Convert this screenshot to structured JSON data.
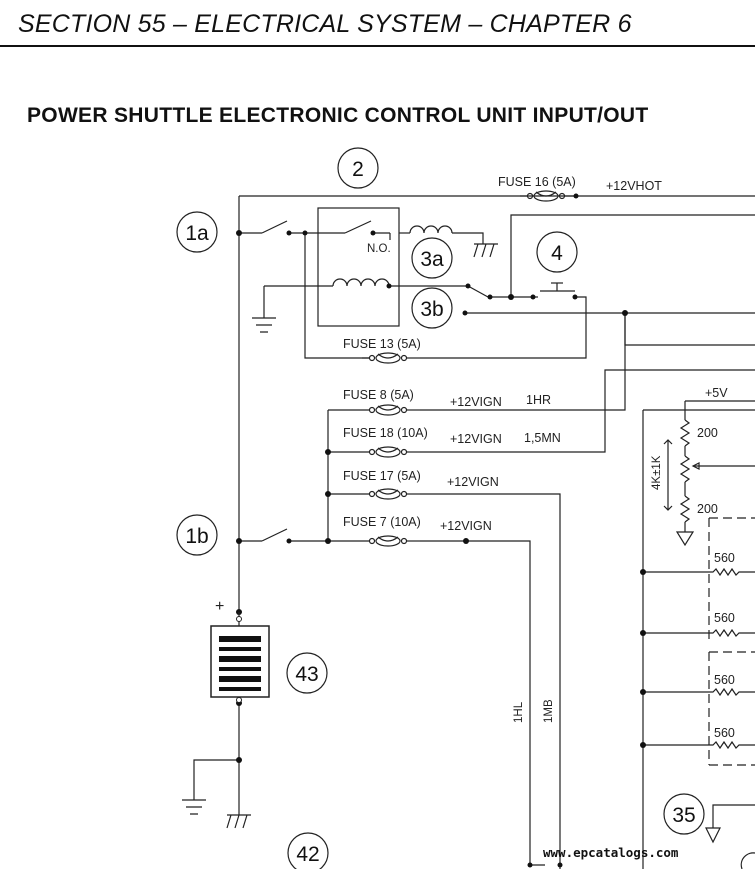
{
  "header": {
    "section_title": "SECTION 55 – ELECTRICAL SYSTEM – CHAPTER 6",
    "diagram_title": "POWER SHUTTLE ELECTRONIC CONTROL UNIT INPUT/OUT"
  },
  "callouts": {
    "c2": "2",
    "c1a": "1a",
    "c3a": "3a",
    "c4": "4",
    "c3b": "3b",
    "c1b": "1b",
    "c43": "43",
    "c35": "35",
    "c42": "42"
  },
  "fuses": {
    "f16": "FUSE 16 (5A)",
    "f13": "FUSE 13 (5A)",
    "f8": "FUSE 8 (5A)",
    "f18": "FUSE 18 (10A)",
    "f17": "FUSE 17 (5A)",
    "f7": "FUSE 7 (10A)"
  },
  "voltages": {
    "v16": "+12VHOT",
    "v8": "+12VIGN",
    "v18": "+12VIGN",
    "v17": "+12VIGN",
    "v7": "+12VIGN",
    "v5": "+5V"
  },
  "wires": {
    "w8": "1HR",
    "w18": "1,5MN",
    "w_hl": "1HL",
    "w_mb": "1MB"
  },
  "relay": {
    "contact": "N.O."
  },
  "resistors": {
    "r_top": "200",
    "r_pot": "4K±1K",
    "r_bot": "200",
    "r1": "560",
    "r2": "560",
    "r3": "560",
    "r4": "560"
  },
  "battery": {
    "polarity": "+"
  },
  "watermark": "www.epcatalogs.com"
}
